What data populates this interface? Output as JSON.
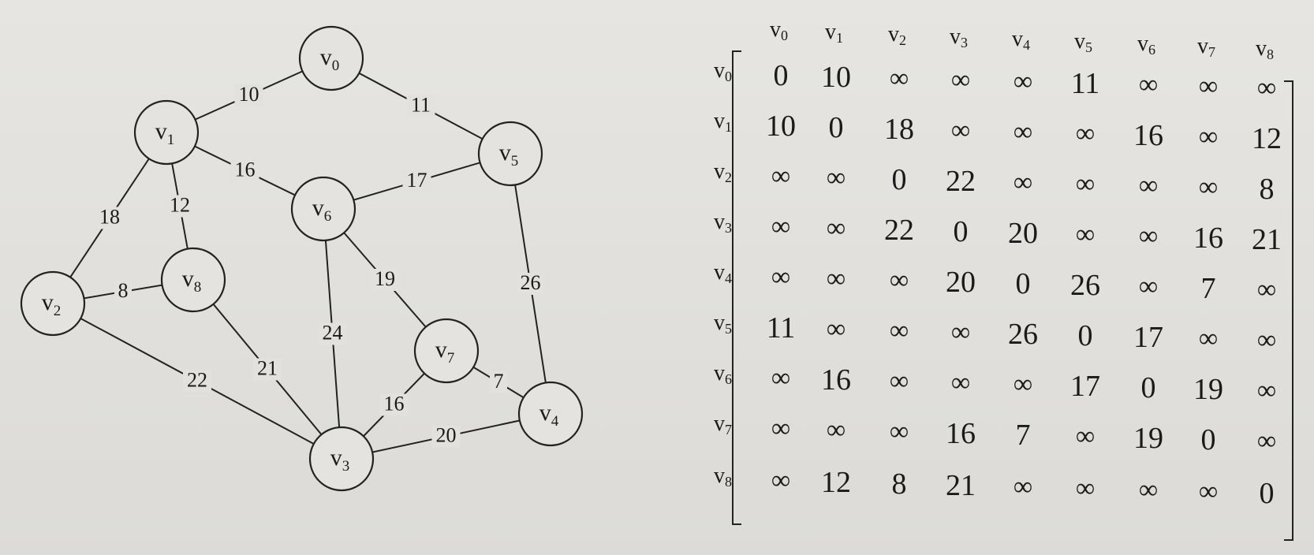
{
  "graph": {
    "nodes": [
      {
        "id": "v0",
        "base": "v",
        "sub": "0"
      },
      {
        "id": "v1",
        "base": "v",
        "sub": "1"
      },
      {
        "id": "v2",
        "base": "v",
        "sub": "2"
      },
      {
        "id": "v3",
        "base": "v",
        "sub": "3"
      },
      {
        "id": "v4",
        "base": "v",
        "sub": "4"
      },
      {
        "id": "v5",
        "base": "v",
        "sub": "5"
      },
      {
        "id": "v6",
        "base": "v",
        "sub": "6"
      },
      {
        "id": "v7",
        "base": "v",
        "sub": "7"
      },
      {
        "id": "v8",
        "base": "v",
        "sub": "8"
      }
    ],
    "edges": [
      {
        "from": "v0",
        "to": "v1",
        "weight": "10"
      },
      {
        "from": "v0",
        "to": "v5",
        "weight": "11"
      },
      {
        "from": "v1",
        "to": "v6",
        "weight": "16"
      },
      {
        "from": "v1",
        "to": "v2",
        "weight": "18"
      },
      {
        "from": "v1",
        "to": "v8",
        "weight": "12"
      },
      {
        "from": "v5",
        "to": "v6",
        "weight": "17"
      },
      {
        "from": "v5",
        "to": "v4",
        "weight": "26"
      },
      {
        "from": "v2",
        "to": "v8",
        "weight": "8"
      },
      {
        "from": "v2",
        "to": "v3",
        "weight": "22"
      },
      {
        "from": "v8",
        "to": "v3",
        "weight": "21"
      },
      {
        "from": "v6",
        "to": "v3",
        "weight": "24"
      },
      {
        "from": "v6",
        "to": "v7",
        "weight": "19"
      },
      {
        "from": "v7",
        "to": "v3",
        "weight": "16"
      },
      {
        "from": "v7",
        "to": "v4",
        "weight": "7"
      },
      {
        "from": "v3",
        "to": "v4",
        "weight": "20"
      }
    ]
  },
  "matrix": {
    "col_headers": [
      {
        "base": "v",
        "sub": "0"
      },
      {
        "base": "v",
        "sub": "1"
      },
      {
        "base": "v",
        "sub": "2"
      },
      {
        "base": "v",
        "sub": "3"
      },
      {
        "base": "v",
        "sub": "4"
      },
      {
        "base": "v",
        "sub": "5"
      },
      {
        "base": "v",
        "sub": "6"
      },
      {
        "base": "v",
        "sub": "7"
      },
      {
        "base": "v",
        "sub": "8"
      }
    ],
    "row_headers": [
      {
        "base": "v",
        "sub": "0"
      },
      {
        "base": "v",
        "sub": "1"
      },
      {
        "base": "v",
        "sub": "2"
      },
      {
        "base": "v",
        "sub": "3"
      },
      {
        "base": "v",
        "sub": "4"
      },
      {
        "base": "v",
        "sub": "5"
      },
      {
        "base": "v",
        "sub": "6"
      },
      {
        "base": "v",
        "sub": "7"
      },
      {
        "base": "v",
        "sub": "8"
      }
    ],
    "rows": [
      [
        "0",
        "10",
        "∞",
        "∞",
        "∞",
        "11",
        "∞",
        "∞",
        "∞"
      ],
      [
        "10",
        "0",
        "18",
        "∞",
        "∞",
        "∞",
        "16",
        "∞",
        "12"
      ],
      [
        "∞",
        "∞",
        "0",
        "22",
        "∞",
        "∞",
        "∞",
        "∞",
        "8"
      ],
      [
        "∞",
        "∞",
        "22",
        "0",
        "20",
        "∞",
        "∞",
        "16",
        "21"
      ],
      [
        "∞",
        "∞",
        "∞",
        "20",
        "0",
        "26",
        "∞",
        "7",
        "∞"
      ],
      [
        "11",
        "∞",
        "∞",
        "∞",
        "26",
        "0",
        "17",
        "∞",
        "∞"
      ],
      [
        "∞",
        "16",
        "∞",
        "∞",
        "∞",
        "17",
        "0",
        "19",
        "∞"
      ],
      [
        "∞",
        "∞",
        "∞",
        "16",
        "7",
        "∞",
        "19",
        "0",
        "∞"
      ],
      [
        "∞",
        "12",
        "8",
        "21",
        "∞",
        "∞",
        "∞",
        "∞",
        "0"
      ]
    ]
  }
}
